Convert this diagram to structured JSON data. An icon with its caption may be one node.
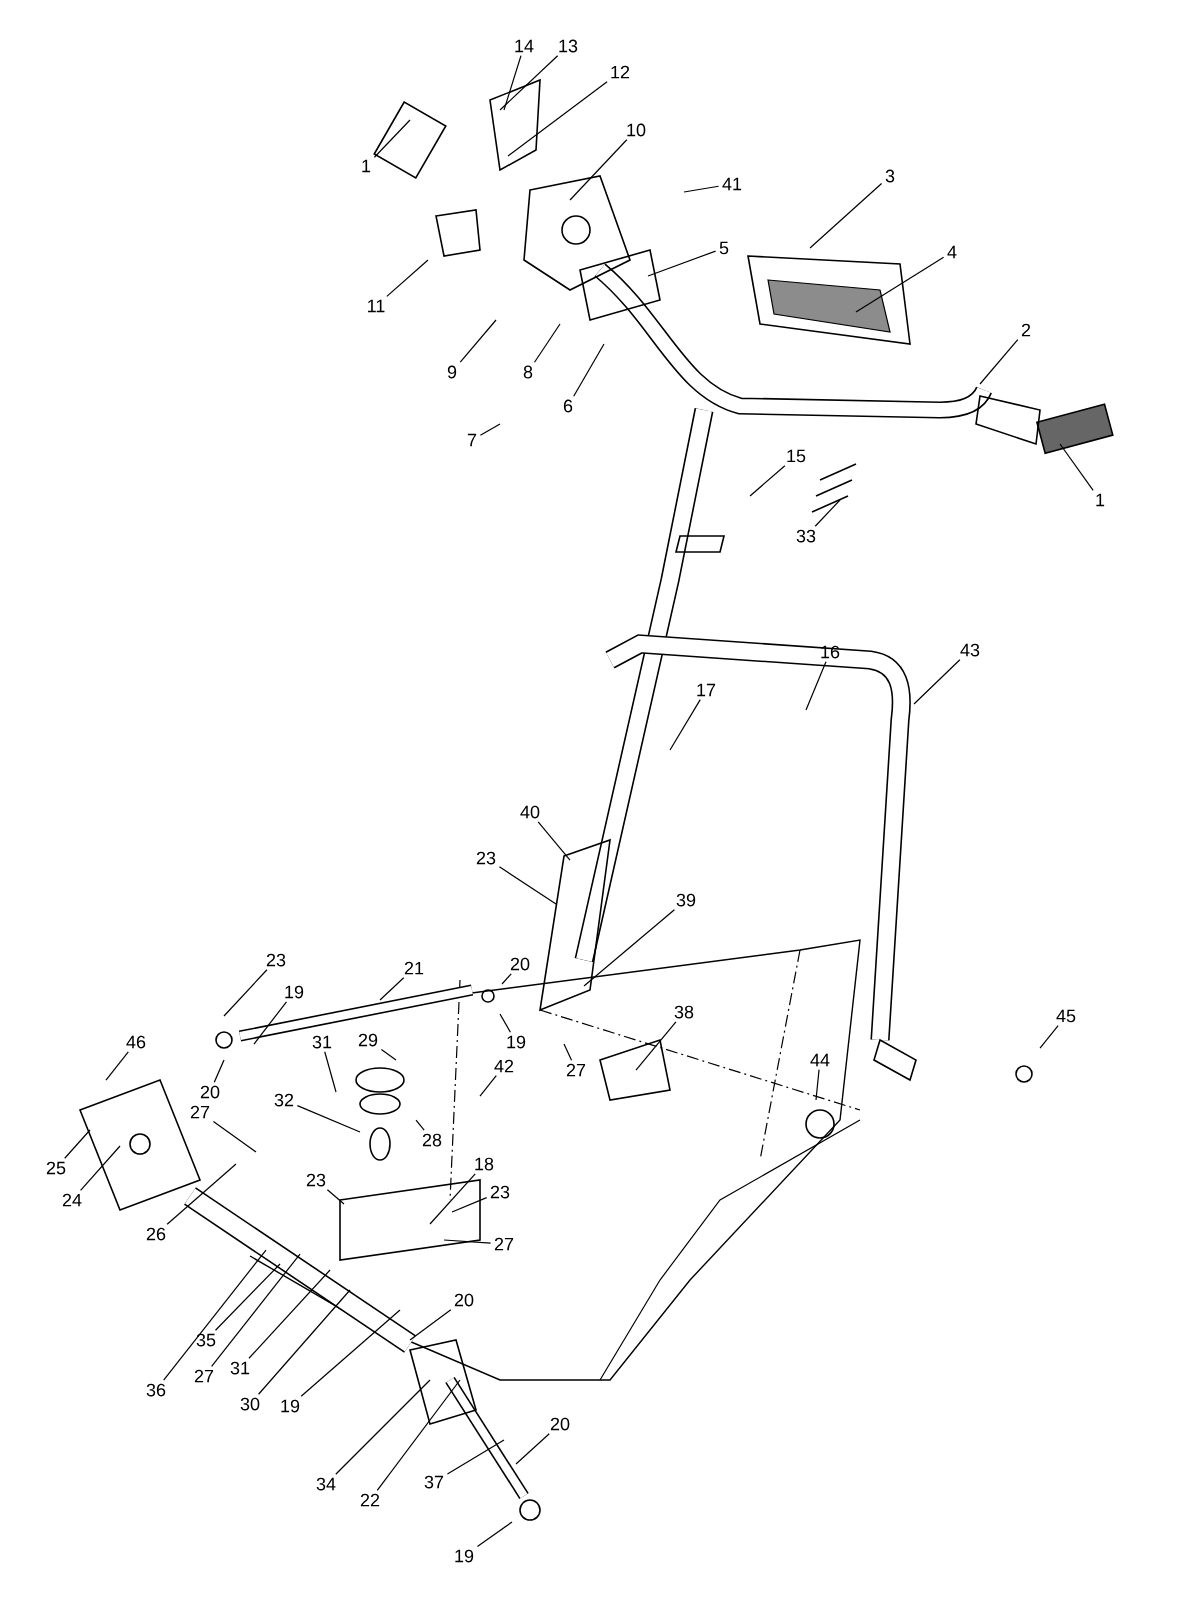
{
  "diagram": {
    "nodes": [
      {
        "text": [
          "14"
        ]
      },
      {
        "text": [
          "13"
        ]
      },
      {
        "text": [
          "12"
        ]
      },
      {
        "text": [
          "10"
        ]
      },
      {
        "text": [
          "1"
        ]
      },
      {
        "text": [
          "41"
        ]
      },
      {
        "text": [
          "5"
        ]
      },
      {
        "text": [
          "3"
        ]
      },
      {
        "text": [
          "4"
        ]
      },
      {
        "text": [
          "2"
        ]
      },
      {
        "text": [
          "1"
        ]
      },
      {
        "text": [
          "11"
        ]
      },
      {
        "text": [
          "9"
        ]
      },
      {
        "text": [
          "8"
        ]
      },
      {
        "text": [
          "7"
        ]
      },
      {
        "text": [
          "6"
        ]
      },
      {
        "text": [
          "15"
        ]
      },
      {
        "text": [
          "33"
        ]
      },
      {
        "text": [
          "16"
        ]
      },
      {
        "text": [
          "17"
        ]
      },
      {
        "text": [
          "43"
        ]
      },
      {
        "text": [
          "40"
        ]
      },
      {
        "text": [
          "23"
        ]
      },
      {
        "text": [
          "39"
        ]
      },
      {
        "text": [
          "23"
        ]
      },
      {
        "text": [
          "19"
        ]
      },
      {
        "text": [
          "21"
        ]
      },
      {
        "text": [
          "20"
        ]
      },
      {
        "text": [
          "19"
        ]
      },
      {
        "text": [
          "27"
        ]
      },
      {
        "text": [
          "42"
        ]
      },
      {
        "text": [
          "38"
        ]
      },
      {
        "text": [
          "45"
        ]
      },
      {
        "text": [
          "44"
        ]
      },
      {
        "text": [
          "46"
        ]
      },
      {
        "text": [
          "20"
        ]
      },
      {
        "text": [
          "31"
        ]
      },
      {
        "text": [
          "29"
        ]
      },
      {
        "text": [
          "32"
        ]
      },
      {
        "text": [
          "28"
        ]
      },
      {
        "text": [
          "27"
        ]
      },
      {
        "text": [
          "23"
        ]
      },
      {
        "text": [
          "25"
        ]
      },
      {
        "text": [
          "24"
        ]
      },
      {
        "text": [
          "26"
        ]
      },
      {
        "text": [
          "18"
        ]
      },
      {
        "text": [
          "23"
        ]
      },
      {
        "text": [
          "27"
        ]
      },
      {
        "text": [
          "20"
        ]
      },
      {
        "text": [
          "35"
        ]
      },
      {
        "text": [
          "36"
        ]
      },
      {
        "text": [
          "27"
        ]
      },
      {
        "text": [
          "31"
        ]
      },
      {
        "text": [
          "30"
        ]
      },
      {
        "text": [
          "19"
        ]
      },
      {
        "text": [
          "34"
        ]
      },
      {
        "text": [
          "22"
        ]
      },
      {
        "text": [
          "37"
        ]
      },
      {
        "text": [
          "20"
        ]
      },
      {
        "text": [
          "19"
        ]
      }
    ],
    "edges": [
      {
        "from": 0,
        "to": null,
        "arrow": "none"
      },
      {
        "from": 1,
        "to": null,
        "arrow": "none"
      },
      {
        "from": 2,
        "to": null,
        "arrow": "none"
      },
      {
        "from": 3,
        "to": null,
        "arrow": "none"
      },
      {
        "from": 4,
        "to": null,
        "arrow": "none"
      },
      {
        "from": 5,
        "to": null,
        "arrow": "none"
      },
      {
        "from": 6,
        "to": null,
        "arrow": "none"
      },
      {
        "from": 7,
        "to": null,
        "arrow": "none"
      },
      {
        "from": 8,
        "to": null,
        "arrow": "none"
      },
      {
        "from": 9,
        "to": null,
        "arrow": "none"
      },
      {
        "from": 10,
        "to": null,
        "arrow": "none"
      },
      {
        "from": 11,
        "to": null,
        "arrow": "none"
      },
      {
        "from": 12,
        "to": null,
        "arrow": "none"
      },
      {
        "from": 13,
        "to": null,
        "arrow": "none"
      },
      {
        "from": 14,
        "to": null,
        "arrow": "none"
      },
      {
        "from": 15,
        "to": null,
        "arrow": "none"
      },
      {
        "from": 16,
        "to": null,
        "arrow": "none"
      },
      {
        "from": 17,
        "to": null,
        "arrow": "none"
      },
      {
        "from": 18,
        "to": null,
        "arrow": "none"
      },
      {
        "from": 19,
        "to": null,
        "arrow": "none"
      },
      {
        "from": 20,
        "to": null,
        "arrow": "none"
      },
      {
        "from": 21,
        "to": null,
        "arrow": "none"
      },
      {
        "from": 22,
        "to": null,
        "arrow": "none"
      },
      {
        "from": 23,
        "to": null,
        "arrow": "none"
      },
      {
        "from": 24,
        "to": null,
        "arrow": "none"
      },
      {
        "from": 25,
        "to": null,
        "arrow": "none"
      },
      {
        "from": 26,
        "to": null,
        "arrow": "none"
      },
      {
        "from": 27,
        "to": null,
        "arrow": "none"
      },
      {
        "from": 28,
        "to": null,
        "arrow": "none"
      },
      {
        "from": 29,
        "to": null,
        "arrow": "none"
      },
      {
        "from": 30,
        "to": null,
        "arrow": "none"
      },
      {
        "from": 31,
        "to": null,
        "arrow": "none"
      },
      {
        "from": 32,
        "to": null,
        "arrow": "none"
      },
      {
        "from": 33,
        "to": null,
        "arrow": "none"
      },
      {
        "from": 34,
        "to": null,
        "arrow": "none"
      },
      {
        "from": 35,
        "to": null,
        "arrow": "none"
      },
      {
        "from": 36,
        "to": null,
        "arrow": "none"
      },
      {
        "from": 37,
        "to": null,
        "arrow": "none"
      },
      {
        "from": 38,
        "to": null,
        "arrow": "none"
      },
      {
        "from": 39,
        "to": null,
        "arrow": "none"
      },
      {
        "from": 40,
        "to": null,
        "arrow": "none"
      },
      {
        "from": 41,
        "to": null,
        "arrow": "none"
      },
      {
        "from": 42,
        "to": null,
        "arrow": "none"
      },
      {
        "from": 43,
        "to": null,
        "arrow": "none"
      },
      {
        "from": 44,
        "to": null,
        "arrow": "none"
      },
      {
        "from": 45,
        "to": null,
        "arrow": "none"
      },
      {
        "from": 46,
        "to": null,
        "arrow": "none"
      },
      {
        "from": 47,
        "to": null,
        "arrow": "none"
      },
      {
        "from": 48,
        "to": null,
        "arrow": "none"
      },
      {
        "from": 49,
        "to": null,
        "arrow": "none"
      },
      {
        "from": 50,
        "to": null,
        "arrow": "none"
      },
      {
        "from": 51,
        "to": null,
        "arrow": "none"
      },
      {
        "from": 52,
        "to": null,
        "arrow": "none"
      },
      {
        "from": 53,
        "to": null,
        "arrow": "none"
      },
      {
        "from": 54,
        "to": null,
        "arrow": "none"
      },
      {
        "from": 55,
        "to": null,
        "arrow": "none"
      },
      {
        "from": 56,
        "to": null,
        "arrow": "none"
      },
      {
        "from": 57,
        "to": null,
        "arrow": "none"
      },
      {
        "from": 58,
        "to": null,
        "arrow": "none"
      },
      {
        "from": 59,
        "to": null,
        "arrow": "none"
      }
    ]
  }
}
